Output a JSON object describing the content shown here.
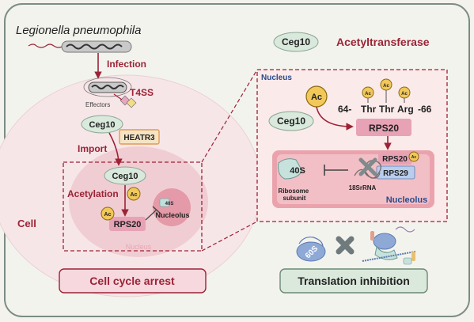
{
  "organism": "Legionella pneumophila",
  "labels": {
    "infection": "Infection",
    "t4ss": "T4SS",
    "effectors": "Effectors",
    "import": "Import",
    "acetylation": "Acetylation",
    "cell": "Cell",
    "nucleus": "Nucleus",
    "nucleolus": "Nucleolus",
    "nucleolus_small": "Nucleolus",
    "ribosome_subunit": "Ribosome\nsubunit",
    "rrna": "18SrRNA"
  },
  "proteins": {
    "ceg10": "Ceg10",
    "heatr3": "HEATR3",
    "rps20": "RPS20",
    "rps29": "RPS29",
    "ac": "Ac",
    "sub40s": "40S",
    "sub60s": "60S"
  },
  "legend": {
    "ceg10": "Ceg10",
    "role": "Acetyltransferase"
  },
  "sequence": {
    "start": "64-",
    "residues": [
      "Thr",
      "Thr",
      "Arg"
    ],
    "end": "-66"
  },
  "outcomes": {
    "left": "Cell cycle arrest",
    "right": "Translation inhibition"
  },
  "colors": {
    "accent_red": "#9b2335",
    "nucleus_blue": "#2a4a8a",
    "ceg10_fill": "#d9e9dc",
    "rps_fill": "#e7a2b5",
    "ac_fill": "#f2c85a",
    "rps29_fill": "#b9cdec"
  }
}
